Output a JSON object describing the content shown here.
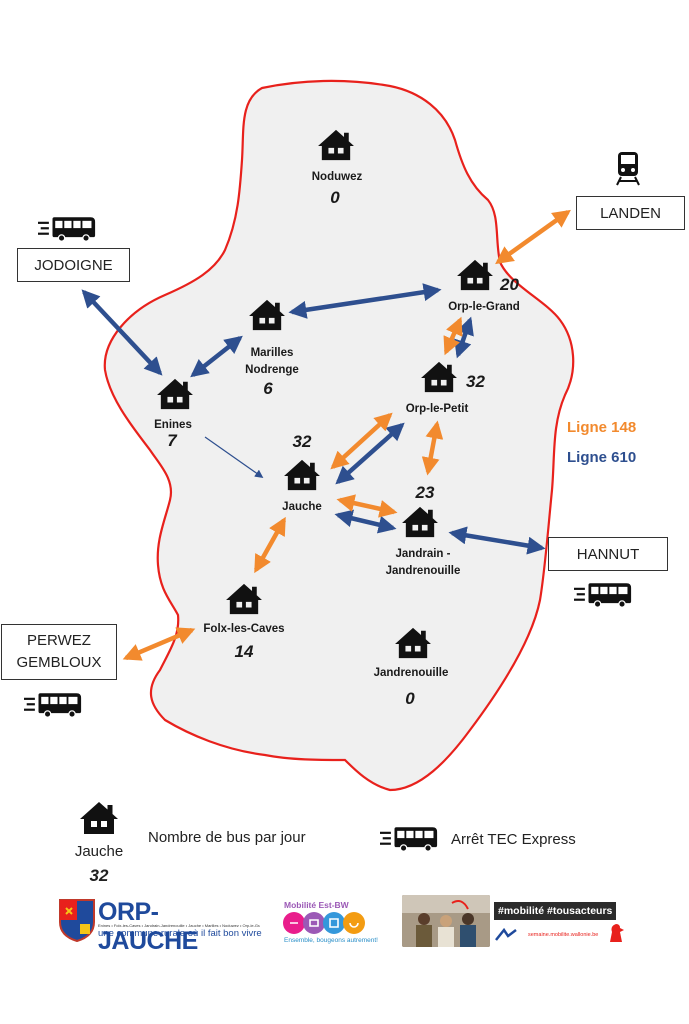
{
  "villages": {
    "noduwez": {
      "name": "Noduwez",
      "buses": "0"
    },
    "orp_le_grand": {
      "name": "Orp-le-Grand",
      "buses": "20"
    },
    "marilles": {
      "name_line1": "Marilles",
      "name_line2": "Nodrenge",
      "buses": "6"
    },
    "enines": {
      "name": "Enines",
      "buses": "7"
    },
    "orp_le_petit": {
      "name": "Orp-le-Petit",
      "buses": "32"
    },
    "jauche": {
      "name": "Jauche",
      "buses": "32"
    },
    "jandrain": {
      "name_line1": "Jandrain -",
      "name_line2": "Jandrenouille",
      "buses": "23"
    },
    "folx": {
      "name": "Folx-les-Caves",
      "buses": "14"
    },
    "jandrenouille": {
      "name": "Jandrenouille",
      "buses": "0"
    }
  },
  "destinations": {
    "landen": "LANDEN",
    "jodoigne": "JODOIGNE",
    "hannut": "HANNUT",
    "perwez_line1": "PERWEZ",
    "perwez_line2": "GEMBLOUX"
  },
  "legend": {
    "line148": "Ligne 148",
    "line610": "Ligne 610",
    "house_example_name": "Jauche",
    "house_example_count": "32",
    "bus_count_label": "Nombre de bus par jour",
    "tec_label": "Arrêt TEC Express"
  },
  "logos": {
    "orp_title": "ORP-JAUCHE",
    "orp_villages": "Enines • Folx-les-Caves • Jandrain-Jandrenouille • Jauche • Marilles • Noduwez • Orp-le-Grand",
    "orp_tagline": "une commune rurale où il fait bon vivre",
    "mobilite_title": "Mobilité Est-BW",
    "mobilite_tagline": "Ensemble, bougeons autrement!",
    "hashtags": "#mobilité #tousacteurs",
    "website": "semaine.mobilite.wallonie.be"
  },
  "colors": {
    "line148": "#f28a2e",
    "line610": "#2e4f8f",
    "boundary": "#e8211c",
    "territory_fill": "#f0f0f0"
  }
}
